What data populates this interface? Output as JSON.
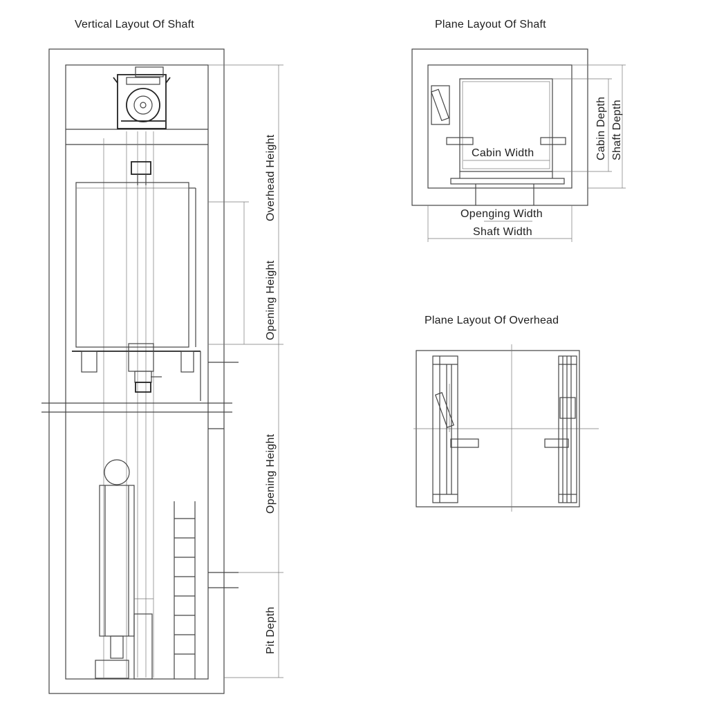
{
  "titles": {
    "vertical": "Vertical Layout Of Shaft",
    "plane": "Plane Layout Of Shaft",
    "overhead": "Plane Layout Of Overhead"
  },
  "vertical_labels": {
    "overhead_height": "Overhead Height",
    "opening_height_upper": "Opening Height",
    "opening_height_lower": "Opening Height",
    "pit_depth": "Pit Depth"
  },
  "plane_labels": {
    "cabin_width": "Cabin Width",
    "cabin_depth": "Cabin Depth",
    "shaft_depth": "Shaft Depth",
    "opening_width": "Openging Width",
    "shaft_width": "Shaft Width"
  }
}
